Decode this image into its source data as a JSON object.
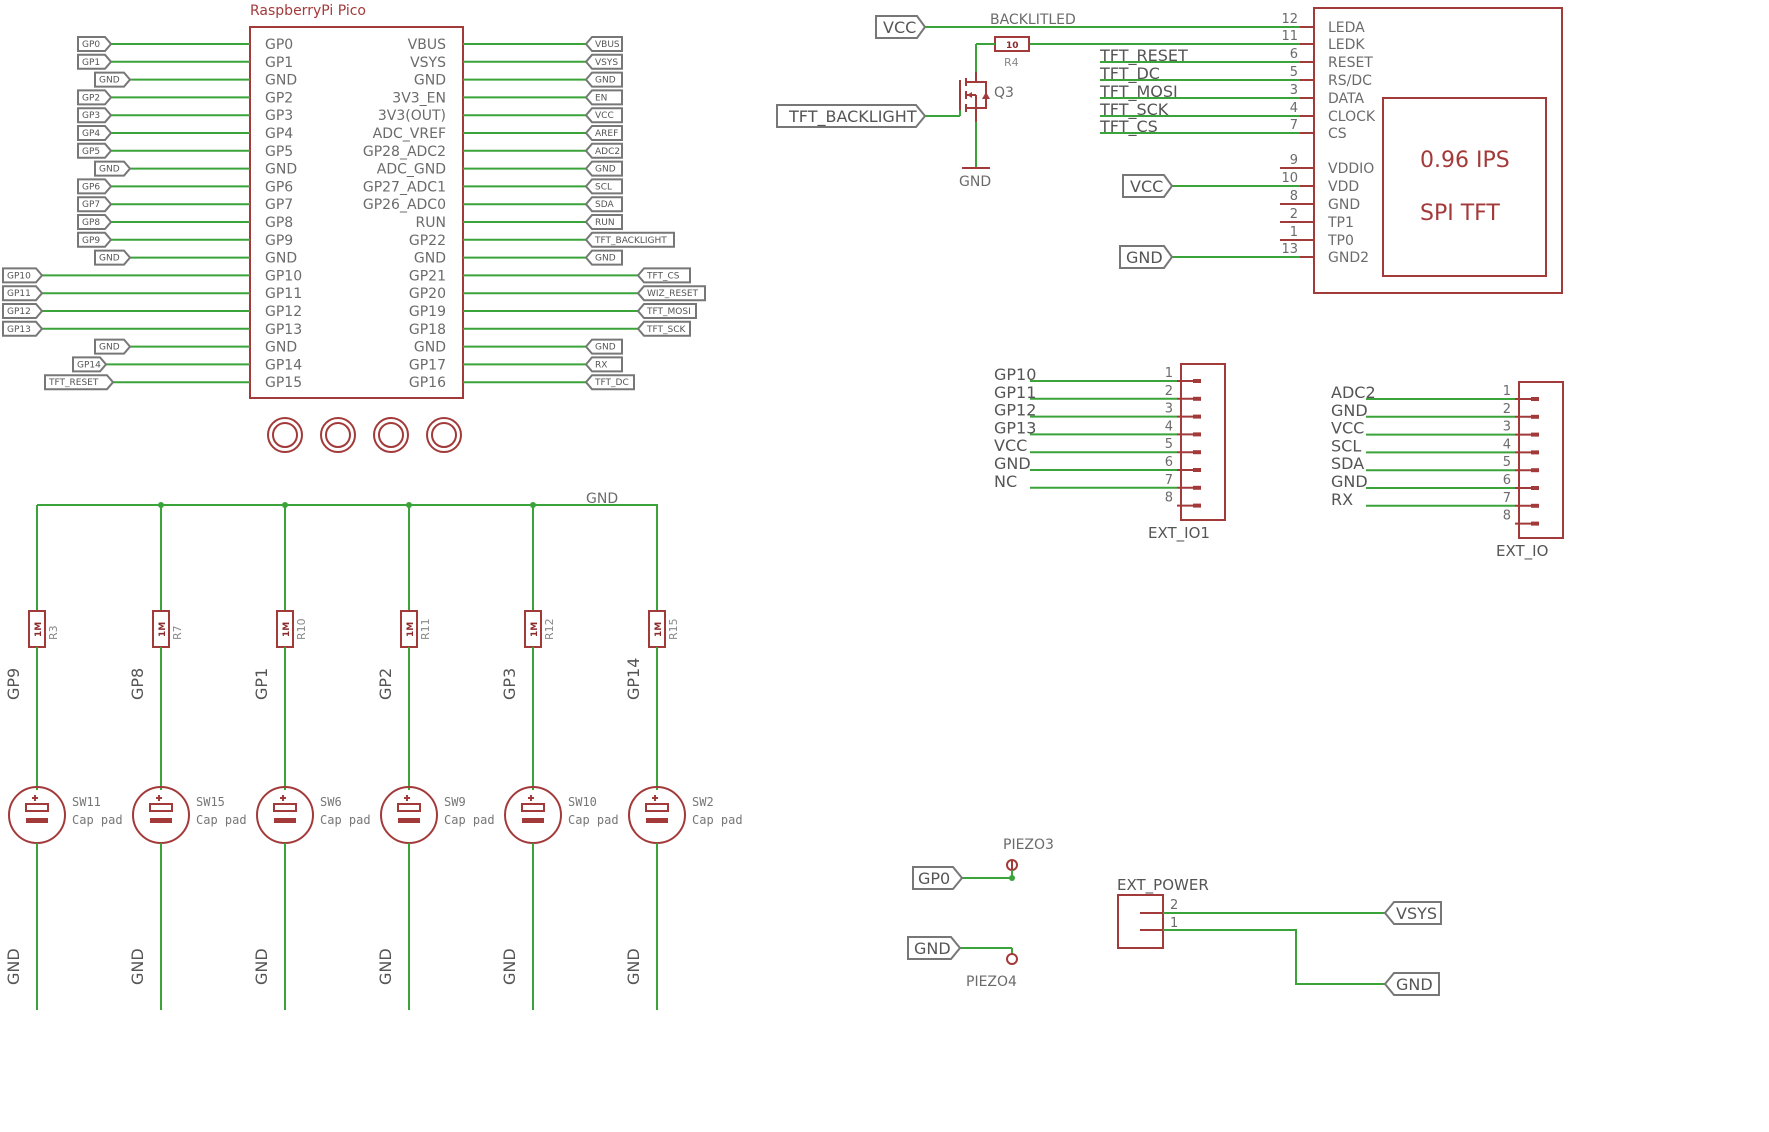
{
  "pico": {
    "title": "RaspberryPi Pico",
    "left_pins": [
      "GP0",
      "GP1",
      "GND",
      "GP2",
      "GP3",
      "GP4",
      "GP5",
      "GND",
      "GP6",
      "GP7",
      "GP8",
      "GP9",
      "GND",
      "GP10",
      "GP11",
      "GP12",
      "GP13",
      "GND",
      "GP14",
      "GP15"
    ],
    "right_pins": [
      "VBUS",
      "VSYS",
      "GND",
      "3V3_EN",
      "3V3(OUT)",
      "ADC_VREF",
      "GP28_ADC2",
      "ADC_GND",
      "GP27_ADC1",
      "GP26_ADC0",
      "RUN",
      "GP22",
      "GND",
      "GP21",
      "GP20",
      "GP19",
      "GP18",
      "GND",
      "GP17",
      "GP16"
    ],
    "left_flags": [
      "GP0",
      "GP1",
      "GND",
      "GP2",
      "GP3",
      "GP4",
      "GP5",
      "GND",
      "GP6",
      "GP7",
      "GP8",
      "GP9",
      "GND",
      "GP10",
      "GP11",
      "GP12",
      "GP13",
      "GND",
      "GP14",
      "TFT_RESET"
    ],
    "right_flags": [
      "VBUS",
      "VSYS",
      "GND",
      "EN",
      "VCC",
      "AREF",
      "ADC2",
      "GND",
      "SCL",
      "SDA",
      "RUN",
      "TFT_BACKLIGHT",
      "GND",
      "TFT_CS",
      "WIZ_RESET",
      "TFT_MOSI",
      "TFT_SCK",
      "GND",
      "RX",
      "TFT_DC"
    ]
  },
  "tft": {
    "title_line1": "0.96 IPS",
    "title_line2": "SPI TFT",
    "pins": [
      {
        "num": "12",
        "name": "LEDA"
      },
      {
        "num": "11",
        "name": "LEDK"
      },
      {
        "num": "6",
        "name": "RESET"
      },
      {
        "num": "5",
        "name": "RS/DC"
      },
      {
        "num": "3",
        "name": "DATA"
      },
      {
        "num": "4",
        "name": "CLOCK"
      },
      {
        "num": "7",
        "name": "CS"
      },
      {
        "num": "9",
        "name": "VDDIO"
      },
      {
        "num": "10",
        "name": "VDD"
      },
      {
        "num": "8",
        "name": "GND"
      },
      {
        "num": "2",
        "name": "TP1"
      },
      {
        "num": "1",
        "name": "TP0"
      },
      {
        "num": "13",
        "name": "GND2"
      }
    ],
    "net_labels": [
      "TFT_RESET",
      "TFT_DC",
      "TFT_MOSI",
      "TFT_SCK",
      "TFT_CS"
    ],
    "backlit_label": "BACKLITLED",
    "vcc_flag": "VCC",
    "vdd_flag": "VCC",
    "gnd_flag": "GND"
  },
  "backlight": {
    "flag": "TFT_BACKLIGHT",
    "mosfet": "Q3",
    "resistor_value": "10",
    "resistor_name": "R4",
    "gnd": "GND"
  },
  "ext_io1": {
    "name": "EXT_IO1",
    "nets": [
      "GP10",
      "GP11",
      "GP12",
      "GP13",
      "VCC",
      "GND",
      "NC",
      ""
    ],
    "pins": [
      "1",
      "2",
      "3",
      "4",
      "5",
      "6",
      "7",
      "8"
    ]
  },
  "ext_io": {
    "name": "EXT_IO",
    "nets": [
      "ADC2",
      "GND",
      "VCC",
      "SCL",
      "SDA",
      "GND",
      "RX",
      ""
    ],
    "pins": [
      "1",
      "2",
      "3",
      "4",
      "5",
      "6",
      "7",
      "8"
    ]
  },
  "touch": {
    "gnd_bus": "GND",
    "pads": [
      {
        "net": "GP9",
        "resistor": "R3",
        "value": "1M",
        "sw": "SW11",
        "label": "Cap pad",
        "gnd": "GND"
      },
      {
        "net": "GP8",
        "resistor": "R7",
        "value": "1M",
        "sw": "SW15",
        "label": "Cap pad",
        "gnd": "GND"
      },
      {
        "net": "GP1",
        "resistor": "R10",
        "value": "1M",
        "sw": "SW6",
        "label": "Cap pad",
        "gnd": "GND"
      },
      {
        "net": "GP2",
        "resistor": "R11",
        "value": "1M",
        "sw": "SW9",
        "label": "Cap pad",
        "gnd": "GND"
      },
      {
        "net": "GP3",
        "resistor": "R12",
        "value": "1M",
        "sw": "SW10",
        "label": "Cap pad",
        "gnd": "GND"
      },
      {
        "net": "GP14",
        "resistor": "R15",
        "value": "1M",
        "sw": "SW2",
        "label": "Cap pad",
        "gnd": "GND"
      }
    ]
  },
  "piezo": {
    "name1": "PIEZO3",
    "name2": "PIEZO4",
    "flag1": "GP0",
    "flag2": "GND"
  },
  "ext_power": {
    "name": "EXT_POWER",
    "pin2": "2",
    "pin1": "1",
    "flag2": "VSYS",
    "flag1": "GND"
  },
  "colors": {
    "component": "#a33a3a",
    "wire": "#3aa33a",
    "label": "#6b6b6b"
  }
}
